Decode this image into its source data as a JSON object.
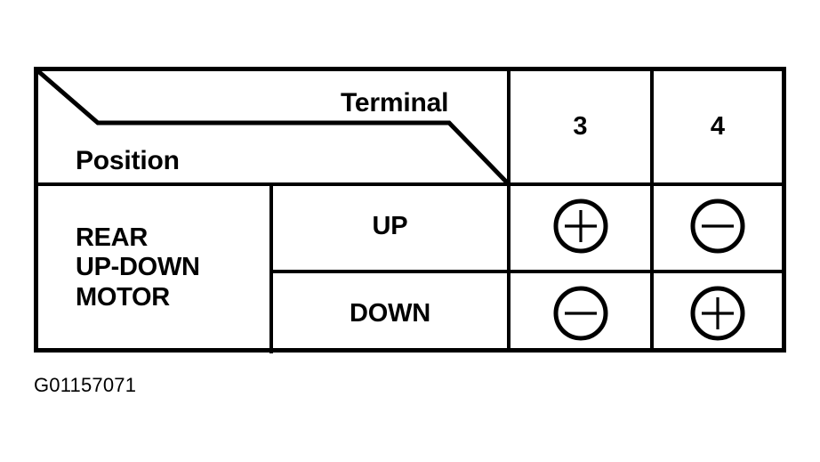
{
  "figure": {
    "caption": "G01157071",
    "header": {
      "terminal_label": "Terminal",
      "position_label": "Position"
    },
    "terminals": [
      {
        "number": "3"
      },
      {
        "number": "4"
      }
    ],
    "component": {
      "lines": [
        "REAR",
        "UP-DOWN",
        "MOTOR"
      ]
    },
    "rows": [
      {
        "mode": "UP",
        "signals": [
          {
            "terminal": "3",
            "polarity": "plus",
            "glyph": "+"
          },
          {
            "terminal": "4",
            "polarity": "minus",
            "glyph": "−"
          }
        ]
      },
      {
        "mode": "DOWN",
        "signals": [
          {
            "terminal": "3",
            "polarity": "minus",
            "glyph": "−"
          },
          {
            "terminal": "4",
            "polarity": "plus",
            "glyph": "+"
          }
        ]
      }
    ],
    "colors": {
      "ink": "#000000",
      "background": "#ffffff"
    }
  }
}
